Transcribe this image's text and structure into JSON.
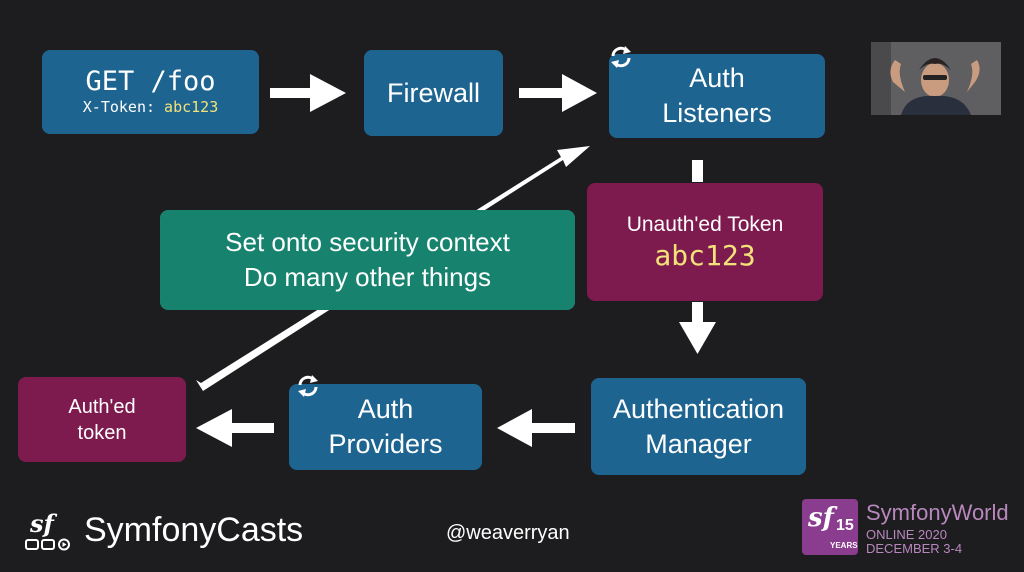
{
  "request": {
    "method_line": "GET /foo",
    "header_key": "X-Token:",
    "header_value": "abc123"
  },
  "firewall": {
    "label": "Firewall"
  },
  "auth_listeners": {
    "line1": "Auth",
    "line2": "Listeners"
  },
  "unauthed_token": {
    "label": "Unauth'ed Token",
    "value": "abc123"
  },
  "security_context": {
    "line1": "Set onto security context",
    "line2": "Do many other things"
  },
  "auth_manager": {
    "line1": "Authentication",
    "line2": "Manager"
  },
  "auth_providers": {
    "line1": "Auth",
    "line2": "Providers"
  },
  "authed_token": {
    "line1": "Auth'ed",
    "line2": "token"
  },
  "footer": {
    "logo_text": "SymfonyCasts",
    "handle": "@weaverryan",
    "event_title": "SymfonyWorld",
    "event_sub1": "ONLINE 2020",
    "event_sub2": "DECEMBER 3-4",
    "badge_years": "15",
    "badge_years_label": "YEARS"
  },
  "colors": {
    "blue": "#1e6491",
    "maroon": "#7d1a4e",
    "teal": "#17836f",
    "background": "#1d1d1f",
    "token_yellow": "#f3e27a"
  },
  "icons": [
    "refresh-icon",
    "symfony-logo-icon",
    "webcam-video"
  ]
}
